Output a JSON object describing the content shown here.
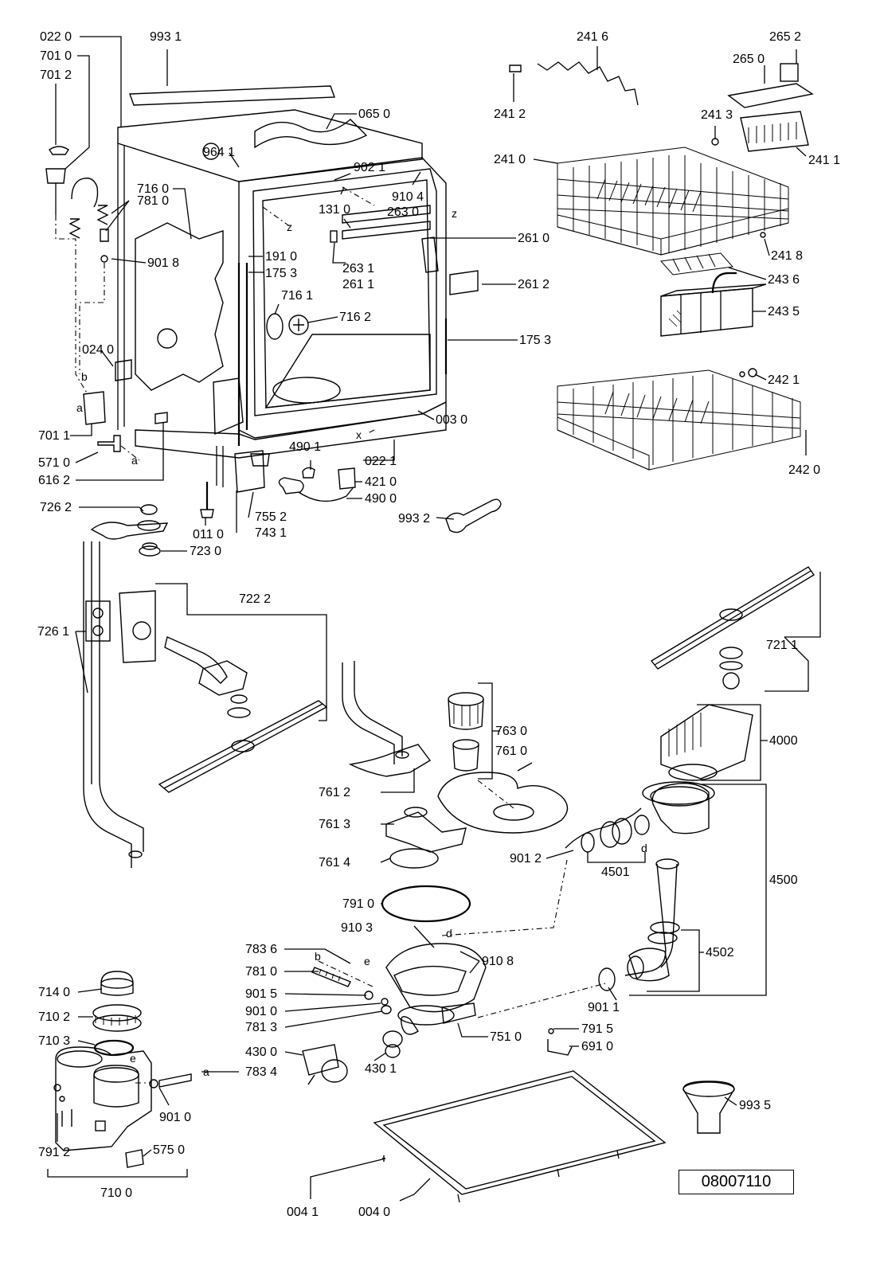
{
  "reference_number": "08007110",
  "part_labels": [
    "022 0",
    "993 1",
    "701 0",
    "701 2",
    "065 0",
    "964 1",
    "902 1",
    "910 4",
    "131 0",
    "263 0",
    "716 0",
    "781 0",
    "901 8",
    "191 0",
    "175 3",
    "263 1",
    "261 1",
    "261 0",
    "261 2",
    "716 1",
    "716 2",
    "175 3",
    "024 0",
    "701 1",
    "571 0",
    "616 2",
    "003 0",
    "022 1",
    "490 1",
    "421 0",
    "490 0",
    "755 2",
    "743 1",
    "011 0",
    "993 2",
    "726 2",
    "723 0",
    "722 2",
    "726 1",
    "241 6",
    "241 2",
    "265 2",
    "265 0",
    "241 3",
    "241 1",
    "241 0",
    "241 8",
    "243 6",
    "243 5",
    "242 1",
    "242 0",
    "721 1",
    "763 0",
    "761 0",
    "761 2",
    "761 3",
    "761 4",
    "4000",
    "901 2",
    "4501",
    "4500",
    "791 0",
    "910 3",
    "910 8",
    "783 6",
    "781 0",
    "901 5",
    "901 0",
    "781 3",
    "4502",
    "901 1",
    "751 0",
    "791 5",
    "691 0",
    "714 0",
    "710 2",
    "710 3",
    "430 0",
    "430 1",
    "783 4",
    "901 0",
    "791 2",
    "575 0",
    "710 0",
    "993 5",
    "004 1",
    "004 0"
  ],
  "connector_letters": [
    "b",
    "a",
    "z",
    "z",
    "a",
    "x",
    "d",
    "d",
    "e",
    "b",
    "e",
    "a"
  ]
}
